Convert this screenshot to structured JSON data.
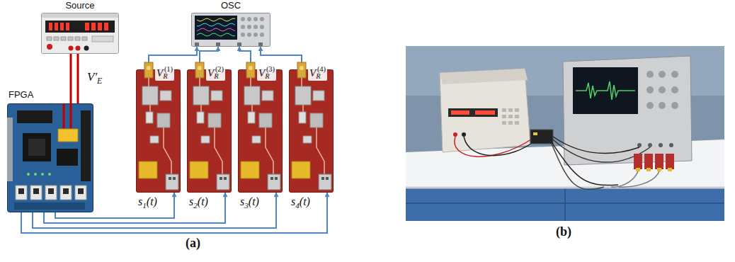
{
  "diagram": {
    "nodes": [
      {
        "text": [
          "Source"
        ]
      },
      {
        "text": [
          "OSC"
        ]
      },
      {
        "text": [
          "FPGA"
        ]
      },
      {
        "text": [
          "VR(1)",
          "s1(t)"
        ]
      },
      {
        "text": [
          "VR(2)",
          "s2(t)"
        ]
      },
      {
        "text": [
          "VR(3)",
          "s3(t)"
        ]
      },
      {
        "text": [
          "VR(4)",
          "s4(t)"
        ]
      }
    ],
    "edges": [
      {
        "from": 0,
        "to": 2,
        "label": "V′E",
        "arrow": "none"
      },
      {
        "from": 2,
        "to": 3,
        "arrow": "to"
      },
      {
        "from": 2,
        "to": 4,
        "arrow": "to"
      },
      {
        "from": 2,
        "to": 5,
        "arrow": "to"
      },
      {
        "from": 2,
        "to": 6,
        "arrow": "to"
      },
      {
        "from": 3,
        "to": 1,
        "arrow": "to"
      },
      {
        "from": 4,
        "to": 1,
        "arrow": "to"
      },
      {
        "from": 5,
        "to": 1,
        "arrow": "to"
      },
      {
        "from": 6,
        "to": 1,
        "arrow": "to"
      }
    ],
    "labels": [
      "(a)",
      "(b)"
    ]
  }
}
